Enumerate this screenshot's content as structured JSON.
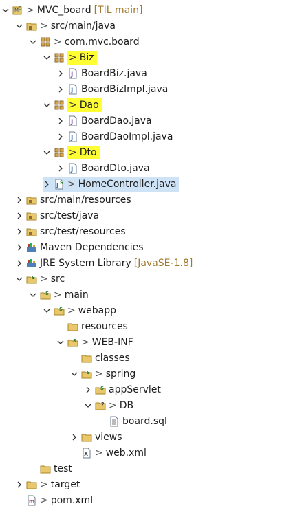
{
  "tree": [
    {
      "label": "MVC_board",
      "decoration": "[TIL main]",
      "level": 0,
      "toggle": "down",
      "icon": "project-icon",
      "arrow": true
    },
    {
      "label": "src/main/java",
      "level": 1,
      "toggle": "down",
      "icon": "source-folder-icon",
      "arrow": true
    },
    {
      "label": "com.mvc.board",
      "level": 2,
      "toggle": "down",
      "icon": "package-icon",
      "arrow": true
    },
    {
      "label": "Biz",
      "level": 3,
      "toggle": "down",
      "icon": "package-icon",
      "arrow": true,
      "highlight": true
    },
    {
      "label": "BoardBiz.java",
      "level": 4,
      "toggle": "right",
      "icon": "java-interface-icon"
    },
    {
      "label": "BoardBizImpl.java",
      "level": 4,
      "toggle": "right",
      "icon": "java-file-icon"
    },
    {
      "label": "Dao",
      "level": 3,
      "toggle": "down",
      "icon": "package-icon",
      "arrow": true,
      "highlight": true
    },
    {
      "label": "BoardDao.java",
      "level": 4,
      "toggle": "right",
      "icon": "java-interface-icon"
    },
    {
      "label": "BoardDaoImpl.java",
      "level": 4,
      "toggle": "right",
      "icon": "java-file-icon"
    },
    {
      "label": "Dto",
      "level": 3,
      "toggle": "down",
      "icon": "package-icon",
      "arrow": true,
      "highlight": true
    },
    {
      "label": "BoardDto.java",
      "level": 4,
      "toggle": "right",
      "icon": "java-file-icon"
    },
    {
      "label": "HomeController.java",
      "level": 3,
      "toggle": "right",
      "icon": "spring-java-icon",
      "arrow": true,
      "selected": true
    },
    {
      "label": "src/main/resources",
      "level": 1,
      "toggle": "right",
      "icon": "source-folder-icon"
    },
    {
      "label": "src/test/java",
      "level": 1,
      "toggle": "right",
      "icon": "source-folder-icon"
    },
    {
      "label": "src/test/resources",
      "level": 1,
      "toggle": "right",
      "icon": "source-folder-icon"
    },
    {
      "label": "Maven Dependencies",
      "level": 1,
      "toggle": "right",
      "icon": "library-icon"
    },
    {
      "label": "JRE System Library",
      "decoration": "[JavaSE-1.8]",
      "level": 1,
      "toggle": "right",
      "icon": "library-icon"
    },
    {
      "label": "src",
      "level": 1,
      "toggle": "down",
      "icon": "spring-folder-icon",
      "arrow": true
    },
    {
      "label": "main",
      "level": 2,
      "toggle": "down",
      "icon": "spring-folder-icon",
      "arrow": true
    },
    {
      "label": "webapp",
      "level": 3,
      "toggle": "down",
      "icon": "spring-folder-icon",
      "arrow": true
    },
    {
      "label": "resources",
      "level": 4,
      "toggle": "none",
      "icon": "folder-icon"
    },
    {
      "label": "WEB-INF",
      "level": 4,
      "toggle": "down",
      "icon": "spring-folder-icon",
      "arrow": true
    },
    {
      "label": "classes",
      "level": 5,
      "toggle": "none",
      "icon": "folder-icon"
    },
    {
      "label": "spring",
      "level": 5,
      "toggle": "down",
      "icon": "spring-folder-icon",
      "arrow": true
    },
    {
      "label": "appServlet",
      "level": 6,
      "toggle": "right",
      "icon": "spring-folder-icon"
    },
    {
      "label": "DB",
      "level": 6,
      "toggle": "down",
      "icon": "question-folder-icon",
      "arrow": true
    },
    {
      "label": "board.sql",
      "level": 7,
      "toggle": "none",
      "icon": "sql-file-icon"
    },
    {
      "label": "views",
      "level": 5,
      "toggle": "right",
      "icon": "folder-icon"
    },
    {
      "label": "web.xml",
      "level": 5,
      "toggle": "none",
      "icon": "xml-file-icon",
      "arrow": true
    },
    {
      "label": "test",
      "level": 2,
      "toggle": "none",
      "icon": "folder-icon"
    },
    {
      "label": "target",
      "level": 1,
      "toggle": "right",
      "icon": "folder-icon",
      "arrow": true
    },
    {
      "label": "pom.xml",
      "level": 1,
      "toggle": "none",
      "icon": "maven-pom-icon",
      "arrow": true
    }
  ]
}
